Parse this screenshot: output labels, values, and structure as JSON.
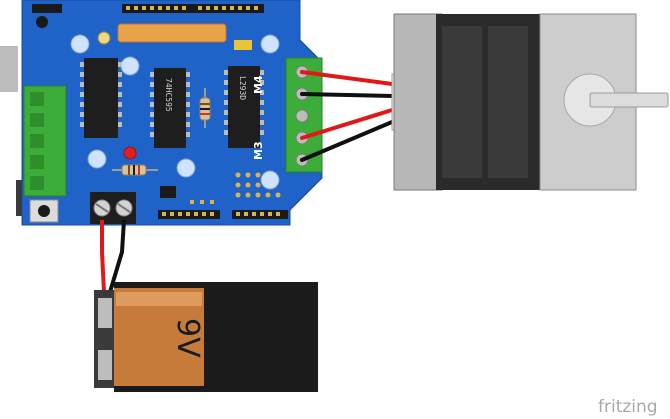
{
  "shield": {
    "chip_left": "74HC595",
    "chip_right": "L293D",
    "port_top": "M4",
    "port_bottom": "M3"
  },
  "battery": {
    "label": "9V"
  },
  "brand": {
    "name": "fritzing"
  },
  "colors": {
    "board": "#1f63c9",
    "terminal": "#3dad3a",
    "wire_red": "#e01818",
    "wire_black": "#101010",
    "battery_gold": "#c77b3a",
    "battery_black": "#1b1b1b",
    "motor_gray": "#9a9a9a",
    "motor_dark": "#2b2b2b",
    "cap_blue": "#cfe3ff",
    "led_red": "#e02020",
    "crystal_orange": "#e8a34a"
  }
}
